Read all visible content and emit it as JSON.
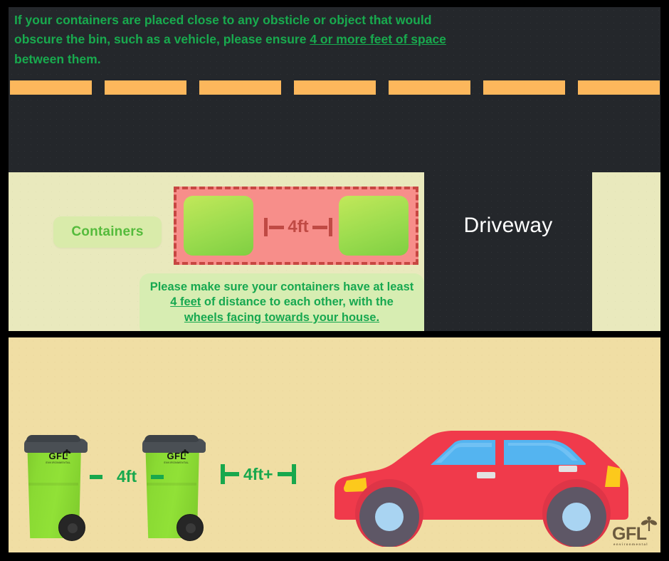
{
  "top_panel": {
    "road": {
      "name": "road",
      "dash_count": 7,
      "dash_color": "#fcb75c",
      "surface_color": "#24272b"
    },
    "lawn": {
      "name": "lawn",
      "color": "#e9e9bd"
    },
    "driveway": {
      "label": "Driveway",
      "color": "#24272b",
      "text_color": "#ffffff"
    },
    "containers_pill": {
      "label": "Containers",
      "text_color": "#55bb3c",
      "box_color": "#d9ebaa"
    },
    "spacing_zone": {
      "measure_label": "4ft",
      "zone_color": "#f78e8a",
      "border_color": "#c74742",
      "bin_color": "#91e137"
    },
    "note": {
      "line1_a": "Please make sure your containers have at",
      "line2_a": "least ",
      "line2_u": "4 feet",
      "line2_b": " of distance to each other, with",
      "line3_a": "the ",
      "line3_u": "wheels facing towards your house.",
      "text_color": "#17a850",
      "box_color": "#d7edb2"
    }
  },
  "bottom_panel": {
    "background": "#f0dea4",
    "instruction": {
      "part1": "If your containers are placed close to any obsticle or object that would obscure the bin, such as a vehicle, please ensure ",
      "underlined": "4 or more feet of space",
      "part2": " between them.",
      "text_color": "#18aa4e"
    },
    "bins": [
      {
        "logo": "GFL",
        "logo_sub": "ENVIRONMENTAL",
        "body_color": "#91e137",
        "lid_color": "#4a4f54"
      },
      {
        "logo": "GFL",
        "logo_sub": "ENVIRONMENTAL",
        "body_color": "#91e137",
        "lid_color": "#4a4f54"
      }
    ],
    "measure_bin_to_bin": "4ft",
    "measure_bin_to_car": "4ft+",
    "measure_color": "#18a84d",
    "car": {
      "name": "red-hatchback",
      "body_color": "#f03a4b",
      "window_color": "#54b4f0",
      "light_color": "#fcc91c",
      "tire_color": "#5e5766",
      "hub_color": "#a9d4f2"
    },
    "watermark": {
      "text": "GFL",
      "sub": "environmental",
      "color": "#6b5a3e"
    }
  }
}
